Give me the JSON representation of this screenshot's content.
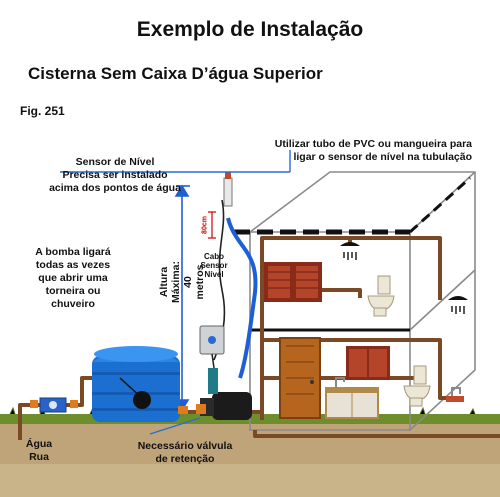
{
  "title": "Exemplo de Instalação",
  "subtitle": "Cisterna Sem Caixa D’água Superior",
  "figure_label": "Fig. 251",
  "notes": {
    "pvc_line1": "Utilizar tubo de PVC ou mangueira para",
    "pvc_line2": "ligar o sensor de nível na tubulação",
    "sensor": "Sensor de Nível\nPrecisa ser instalado\nacima dos pontos de água",
    "pump": "A bomba ligará\ntodas as vezes\nque abrir uma\ntorneira ou\nchuveiro",
    "water": "Água\nRua",
    "valve": "Necessário válvula\nde retenção",
    "cable": "Cabo\nSensor\nNível",
    "max_height": "Altura Máxima:\n40 metros",
    "gap": "80cm"
  },
  "colors": {
    "pipe": "#7a4a26",
    "water_pipe": "#1f5fd6",
    "tank": "#1a6fd0",
    "grass": "#6d8e2b",
    "soil": "#b9a27a",
    "house_line": "#8a8a8a",
    "window": "#8a2a18",
    "door": "#b5651d"
  },
  "icons": [
    "shower-icon",
    "toilet-icon",
    "faucet-icon",
    "water-meter-icon",
    "pump-icon",
    "pressure-switch-icon",
    "level-sensor-icon"
  ]
}
